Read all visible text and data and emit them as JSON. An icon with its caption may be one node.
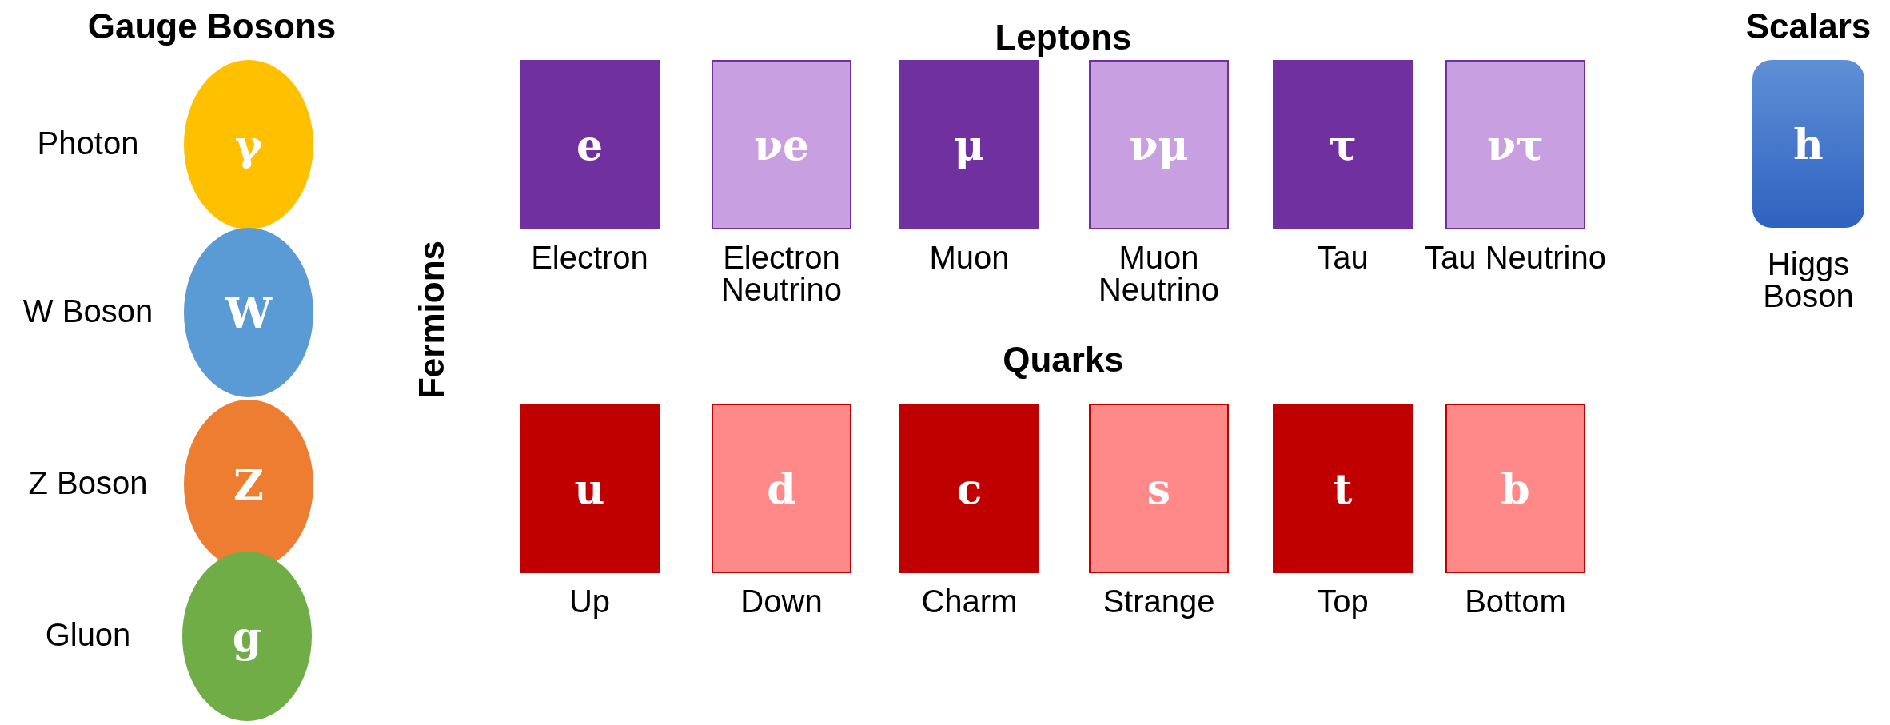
{
  "diagram": {
    "nodes": [
      {
        "text": [
          "γ"
        ],
        "beside": [
          "Photon"
        ]
      },
      {
        "text": [
          "W"
        ],
        "beside": [
          "W Boson"
        ]
      },
      {
        "text": [
          "Z"
        ],
        "beside": [
          "Z Boson"
        ]
      },
      {
        "text": [
          "g"
        ],
        "beside": [
          "Gluon"
        ]
      },
      {
        "text": [
          "e"
        ],
        "beside": [
          "Electron"
        ]
      },
      {
        "text": [
          "νe"
        ],
        "beside": [
          "Electron Neutrino"
        ]
      },
      {
        "text": [
          "μ"
        ],
        "beside": [
          "Muon"
        ]
      },
      {
        "text": [
          "νμ"
        ],
        "beside": [
          "Muon Neutrino"
        ]
      },
      {
        "text": [
          "τ"
        ],
        "beside": [
          "Tau"
        ]
      },
      {
        "text": [
          "ντ"
        ],
        "beside": [
          "Tau Neutrino"
        ]
      },
      {
        "text": [
          "u"
        ],
        "beside": [
          "Up"
        ]
      },
      {
        "text": [
          "d"
        ],
        "beside": [
          "Down"
        ]
      },
      {
        "text": [
          "c"
        ],
        "beside": [
          "Charm"
        ]
      },
      {
        "text": [
          "s"
        ],
        "beside": [
          "Strange"
        ]
      },
      {
        "text": [
          "t"
        ],
        "beside": [
          "Top"
        ]
      },
      {
        "text": [
          "b"
        ],
        "beside": [
          "Bottom"
        ]
      },
      {
        "text": [
          "h"
        ],
        "beside": [
          "Higgs Boson"
        ]
      }
    ],
    "edges": [],
    "labels": [
      "Gauge Bosons",
      "Leptons",
      "Scalars",
      "Fermions",
      "Quarks"
    ]
  }
}
